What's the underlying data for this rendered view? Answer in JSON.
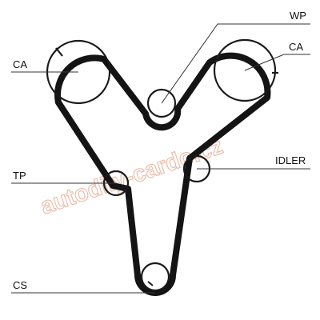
{
  "labels": {
    "ca_left": "CA",
    "wp": "WP",
    "ca_right": "CA",
    "tp": "TP",
    "idler": "IDLER",
    "cs": "CS"
  },
  "watermark": "autodily-cardo.cz",
  "colors": {
    "belt": "#141414",
    "pulley": "#1a1a1a",
    "leader": "#333333",
    "watermark": "#e8b9a6",
    "background": "#ffffff"
  }
}
